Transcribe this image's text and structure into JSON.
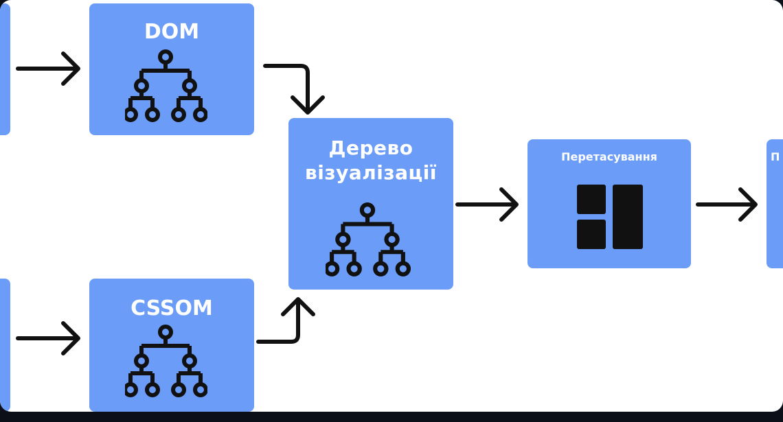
{
  "diagram": {
    "nodes": {
      "dom": {
        "title": "DOM",
        "icon": "tree-hierarchy-icon"
      },
      "cssom": {
        "title": "CSSOM",
        "icon": "tree-hierarchy-icon"
      },
      "render_tree": {
        "title_line1": "Дерево",
        "title_line2": "візуалізації",
        "icon": "tree-hierarchy-icon"
      },
      "reflow": {
        "title": "Перетасування",
        "icon": "layout-blocks-icon"
      },
      "next": {
        "title": "П"
      }
    },
    "colors": {
      "node_fill": "#6b9cf7",
      "node_text": "#ffffff",
      "arrow": "#111111",
      "icon": "#111111",
      "frame": "#0b0f17"
    }
  }
}
